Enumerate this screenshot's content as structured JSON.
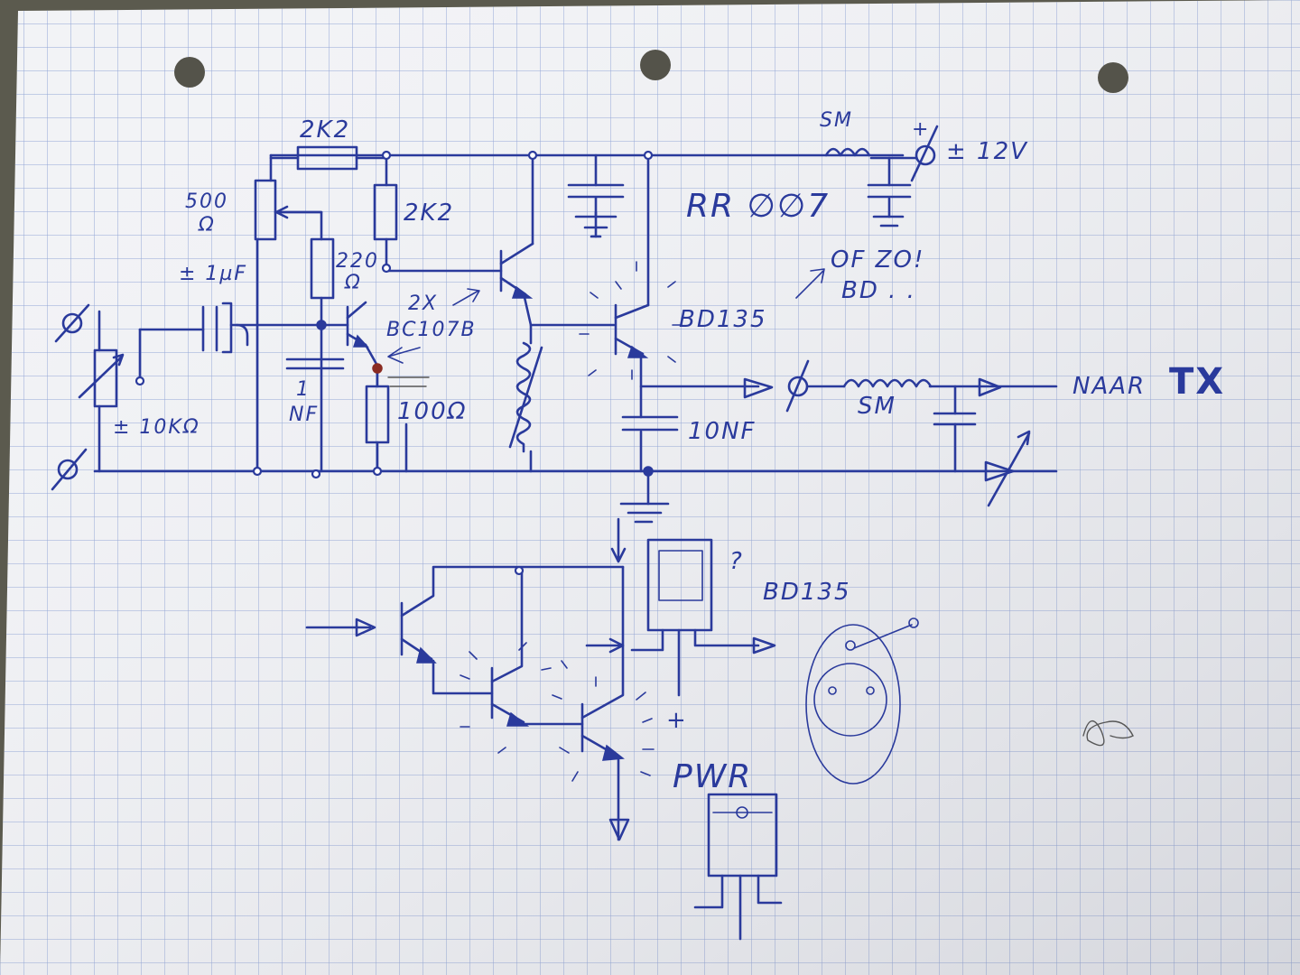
{
  "labels": {
    "r_2k2_top": "2K2",
    "r_500": "500",
    "ohm": "Ω",
    "r_2k2": "2K2",
    "r_220": "220",
    "c_1uf": "± 1µF",
    "t_2x": "2X",
    "t_bc107b": "BC107B",
    "c_1nf_1": "1",
    "c_1nf_2": "NF",
    "r_100": "100Ω",
    "pot_10k": "± 10KΩ",
    "sm_top": "SM",
    "plus_sign": "+",
    "supply": "± 12V",
    "title": "RR ∅∅7",
    "of_zo": "OF ZO!",
    "bd_dots": "BD . .",
    "bd135_top": "BD135",
    "c_10nf": "10NF",
    "sm_out": "SM",
    "naar": "NAAR",
    "tx": "TX",
    "question": "?",
    "bd135_bottom": "BD135",
    "plus_bottom": "+",
    "pwr": "PWR"
  },
  "colors": {
    "paper": "#f2f3f6",
    "grid": "#8fa3d6",
    "ink": "#2a3a9c",
    "pencil": "#565656",
    "background": "#5b5a4e"
  }
}
